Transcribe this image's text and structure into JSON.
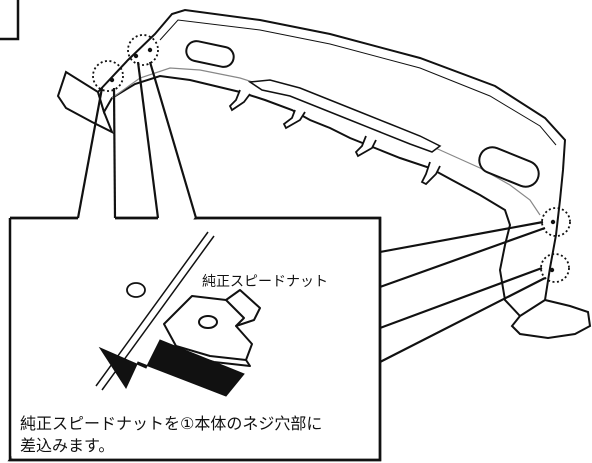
{
  "figure": {
    "part_label": "純正スピードナット",
    "caption_lines": [
      "純正スピードナットを①本体のネジ穴部に",
      "差込みます。"
    ],
    "colors": {
      "line": "#111111",
      "background": "#ffffff",
      "inner_edge": "#888888"
    }
  }
}
